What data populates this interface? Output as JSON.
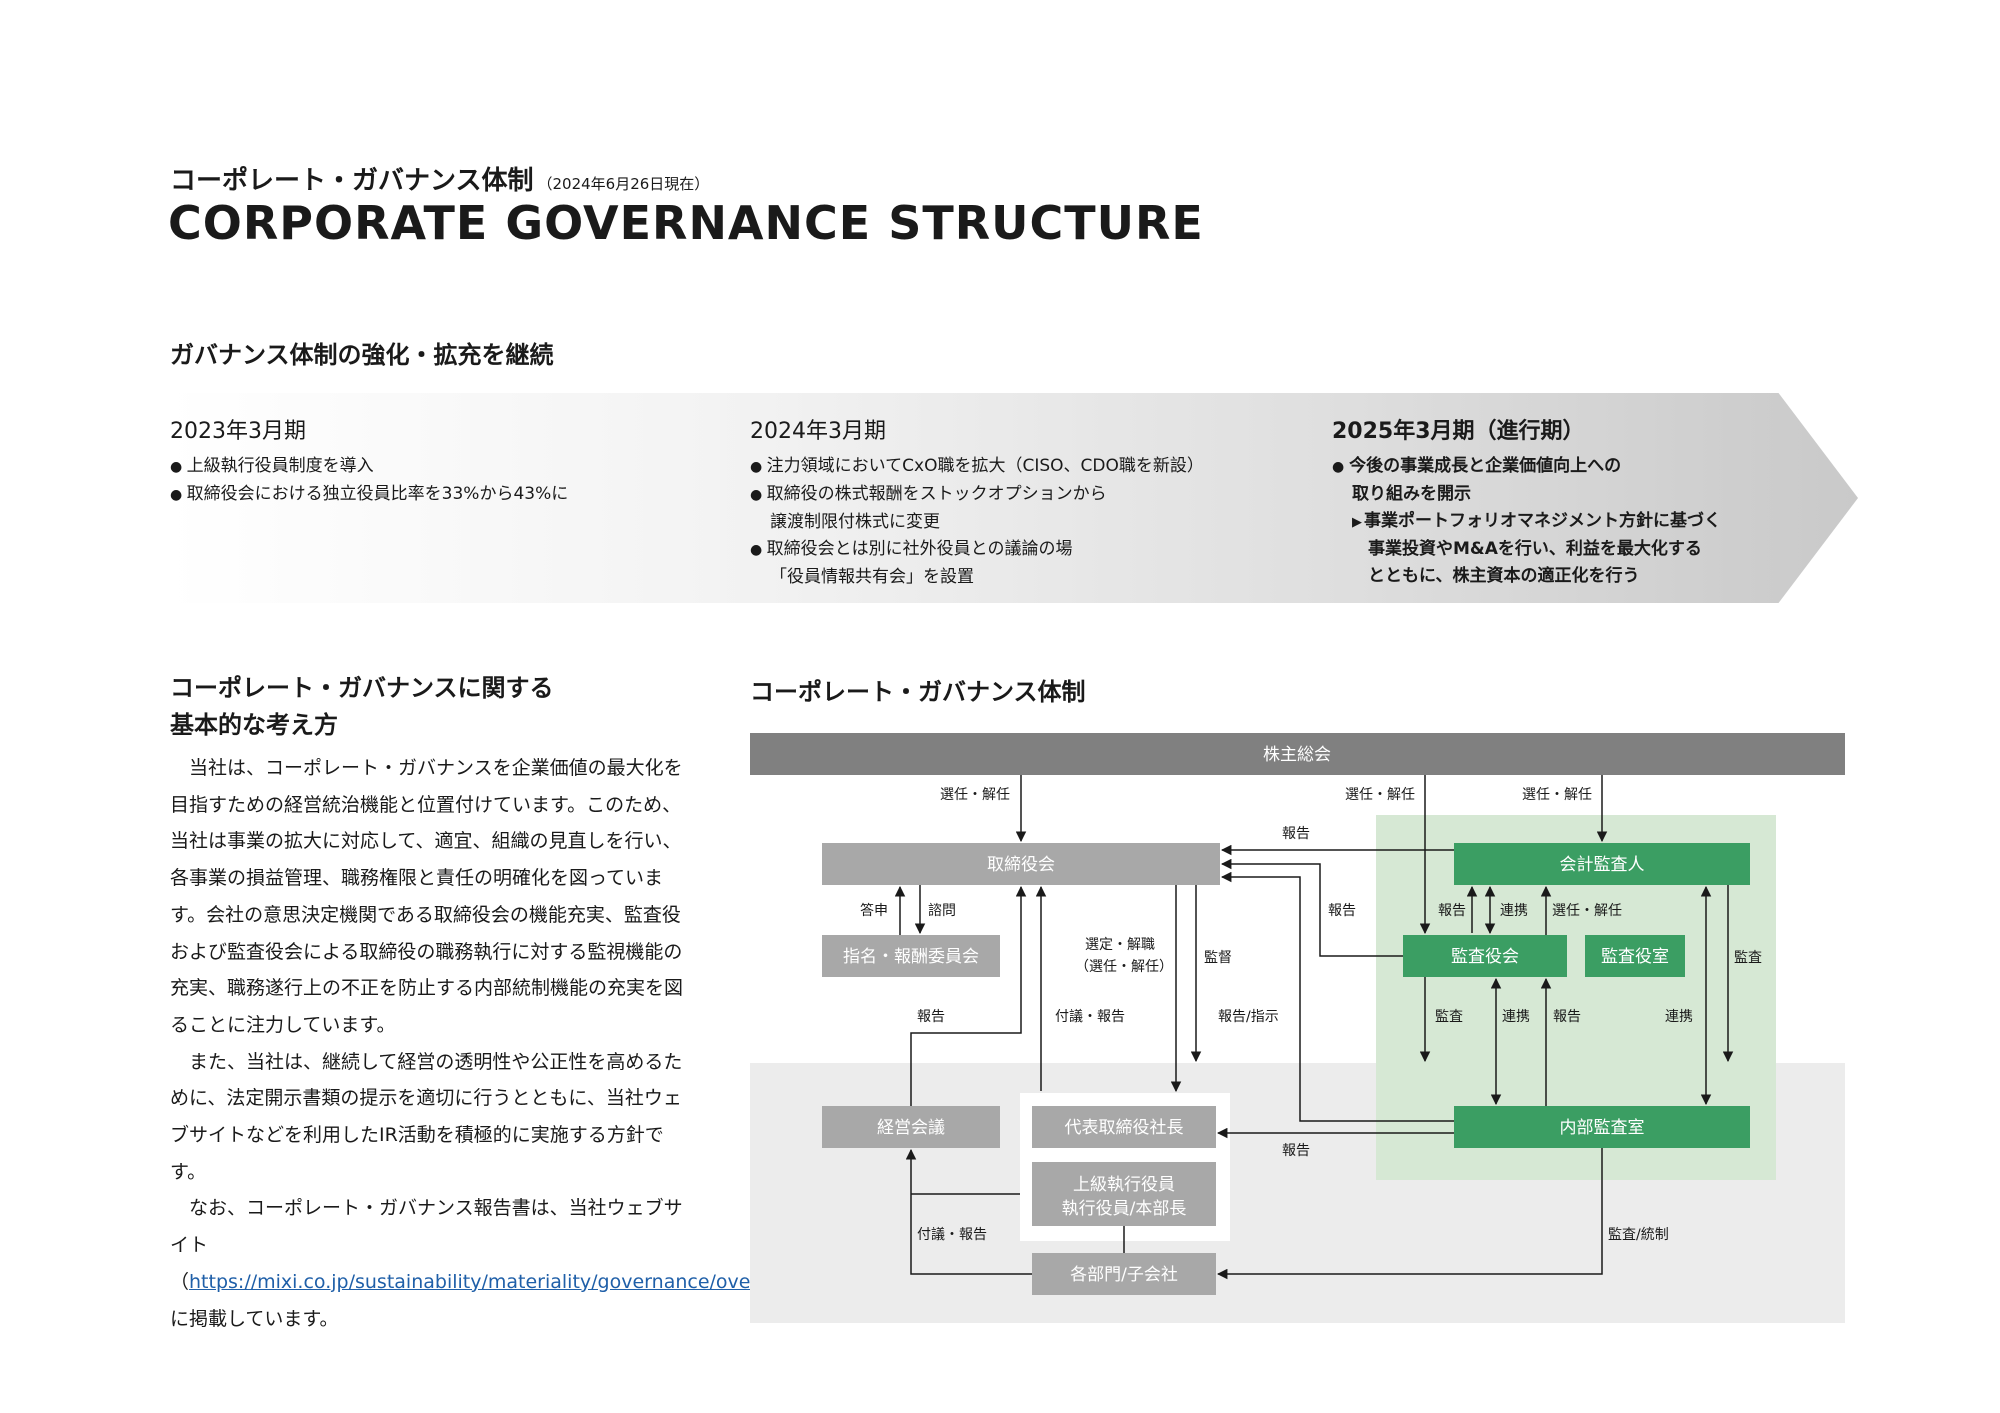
{
  "header": {
    "title_jp": "コーポレート・ガバナンス体制",
    "date_note": "（2024年6月26日現在）",
    "title_en": "CORPORATE GOVERNANCE STRUCTURE"
  },
  "section_title": "ガバナンス体制の強化・拡充を継続",
  "timeline": [
    {
      "title": "2023年3月期",
      "items": [
        "上級執行役員制度を導入",
        "取締役会における独立役員比率を33%から43%に"
      ]
    },
    {
      "title": "2024年3月期",
      "items": [
        "注力領域においてCxO職を拡大（CISO、CDO職を新設）",
        "取締役の株式報酬をストックオプションから",
        "譲渡制限付株式に変更",
        "取締役会とは別に社外役員との議論の場",
        "「役員情報共有会」を設置"
      ]
    },
    {
      "title": "2025年3月期（進行期）",
      "items": [
        "今後の事業成長と企業価値向上への",
        "取り組みを開示",
        "事業ポートフォリオマネジメント方針に基づく",
        "事業投資やM&Aを行い、利益を最大化する",
        "とともに、株主資本の適正化を行う"
      ]
    }
  ],
  "left": {
    "heading_line1": "コーポレート・ガバナンスに関する",
    "heading_line2": "基本的な考え方",
    "para1": "当社は、コーポレート・ガバナンスを企業価値の最大化を目指すための経営統治機能と位置付けています。このため、当社は事業の拡大に対応して、適宜、組織の見直しを行い、各事業の損益管理、職務権限と責任の明確化を図っています。会社の意思決定機関である取締役会の機能充実、監査役および監査役会による取締役の職務執行に対する監視機能の充実、職務遂行上の不正を防止する内部統制機能の充実を図ることに注力しています。",
    "para2": "また、当社は、継続して経営の透明性や公正性を高めるために、法定開示書類の提示を適切に行うとともに、当社ウェブサイトなどを利用したIR活動を積極的に実施する方針です。",
    "para3_pre": "なお、コーポレート・ガバナンス報告書は、当社ウェブサイト（",
    "para3_link": "https://mixi.co.jp/sustainability/materiality/governance/overview/",
    "para3_post": "）に掲載しています。"
  },
  "diagram": {
    "title": "コーポレート・ガバナンス体制",
    "boxes": {
      "shareholders": "株主総会",
      "board": "取締役会",
      "nomination": "指名・報酬委員会",
      "accounting_auditor": "会計監査人",
      "audit_board": "監査役会",
      "auditor_office": "監査役室",
      "management_meeting": "経営会議",
      "ceo": "代表取締役社長",
      "exec1": "上級執行役員",
      "exec2": "執行役員/本部長",
      "internal_audit": "内部監査室",
      "divisions": "各部門/子会社"
    },
    "labels": {
      "appoint_dismiss": "選任・解任",
      "report": "報告",
      "answer": "答申",
      "consult": "諮問",
      "select1": "選定・解職",
      "select2": "（選任・解任）",
      "supervise": "監督",
      "audit": "監査",
      "cooperate": "連携",
      "propose_report": "付議・報告",
      "report_instruct": "報告/指示",
      "audit_control": "監査/統制"
    },
    "colors": {
      "dark_gray": "#808080",
      "mid_gray": "#a8a8a8",
      "green": "#3b9e63",
      "green_area": "#d6e8d4",
      "gray_area": "#ececec"
    }
  }
}
